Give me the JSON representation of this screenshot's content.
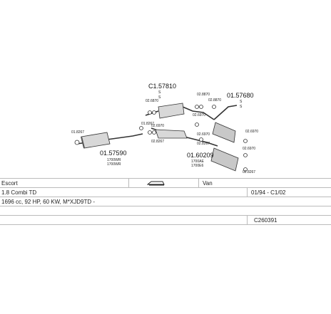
{
  "diagram": {
    "part_numbers": {
      "top_center": "C1.57810",
      "top_right": "01.57680",
      "left": "01.57590",
      "bottom_center": "01.60209"
    },
    "small_labels": {
      "s1": "S",
      "s2": "S",
      "s3": "S",
      "s4": "S",
      "left_bracket": "01.8267",
      "left_code1": "1700WR",
      "left_code2": "1700WR",
      "mid_code1": "1700AE",
      "mid_code2": "1700E6",
      "c1": "02.6870",
      "c2": "02.8870",
      "c3": "02.8870",
      "c4": "02.6970",
      "c5": "02.6970",
      "c6": "01.8267",
      "c7": "02.8267",
      "c8": "02.6970",
      "c9": "02.8267",
      "c10": "02.6970",
      "c11": "02.6970",
      "c12": "02.8267"
    }
  },
  "table": {
    "row1": {
      "make": "Escort",
      "type": "Van"
    },
    "row2": {
      "model": "1.8 Combi TD",
      "years": "01/94 - C1/02"
    },
    "row3": {
      "spec": "1696 cc, 92 HP, 60 KW, M*XJD9TD -"
    },
    "row5": {
      "code": "C260391"
    }
  },
  "colors": {
    "line": "#bbbbbb",
    "drawing": "#333333"
  }
}
